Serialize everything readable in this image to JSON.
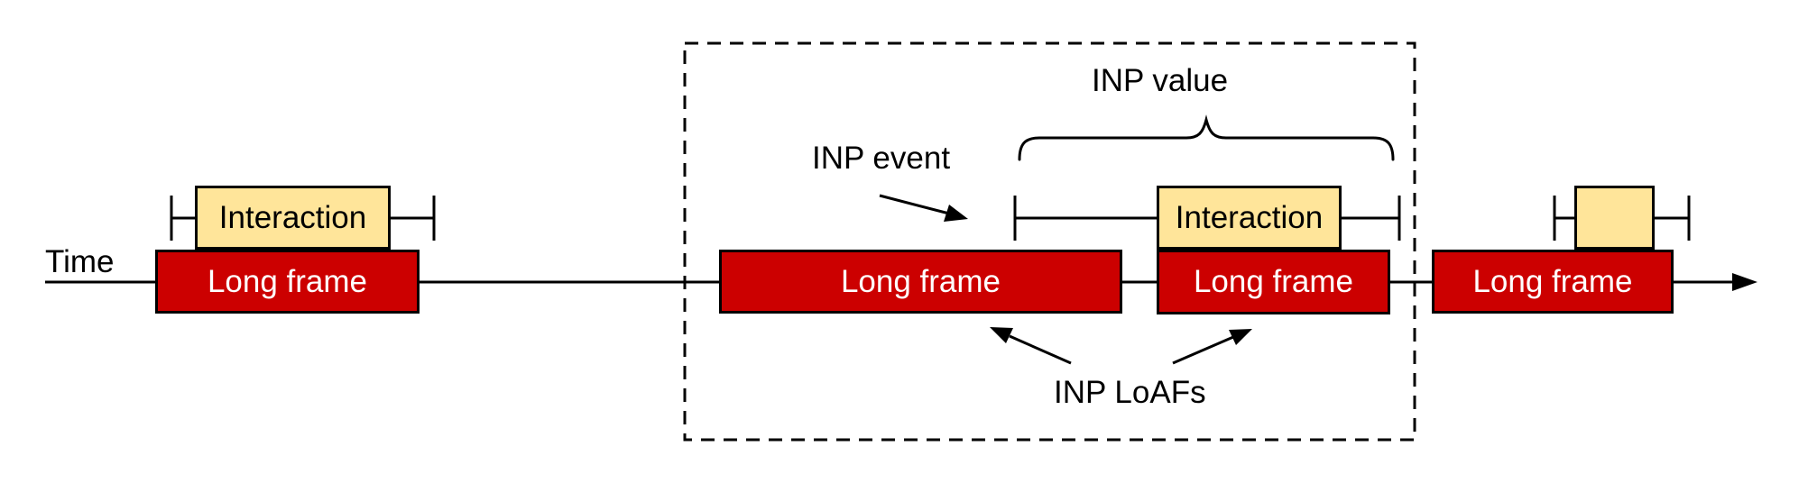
{
  "diagram": {
    "timeline_label": "Time",
    "frames": [
      {
        "label": "Long frame"
      },
      {
        "label": "Long frame"
      },
      {
        "label": "Long frame"
      },
      {
        "label": "Long frame"
      }
    ],
    "interactions": [
      {
        "label": "Interaction"
      },
      {
        "label": "Interaction"
      },
      {
        "label": ""
      }
    ],
    "annotations": {
      "inp_event": "INP event",
      "inp_value": "INP value",
      "inp_loafs": "INP LoAFs"
    },
    "colors": {
      "long_frame_fill": "#CC0000",
      "long_frame_text": "#FFFFFF",
      "interaction_fill": "#FFE59A",
      "outline": "#000000",
      "background": "#FFFFFF"
    }
  }
}
